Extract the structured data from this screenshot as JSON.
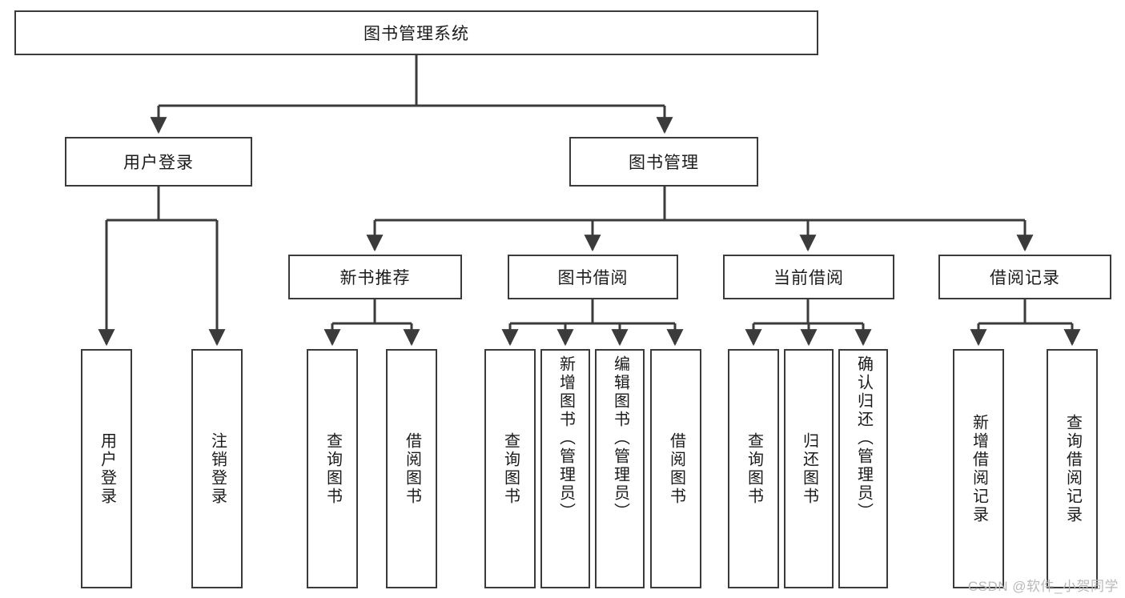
{
  "diagram": {
    "type": "tree-hierarchy",
    "title": "图书管理系统",
    "orientation": "top-down",
    "colors": {
      "box_border": "#3b3b3b",
      "box_fill": "#ffffff",
      "edge": "#3b3b3b",
      "text": "#1b1b1b",
      "watermark": "#b9b9b9",
      "background": "#ffffff"
    },
    "root": {
      "label": "图书管理系统"
    },
    "level2": [
      {
        "id": "user-login",
        "label": "用户登录"
      },
      {
        "id": "book-management",
        "label": "图书管理"
      }
    ],
    "level3": [
      {
        "id": "new-book-recommend",
        "label": "新书推荐"
      },
      {
        "id": "book-borrow",
        "label": "图书借阅"
      },
      {
        "id": "current-borrow",
        "label": "当前借阅"
      },
      {
        "id": "borrow-record",
        "label": "借阅记录"
      }
    ],
    "leaves": {
      "user_login": [
        {
          "id": "leaf-user-login",
          "label": "用户登录"
        },
        {
          "id": "leaf-logout-login",
          "label": "注销登录"
        }
      ],
      "new_book_recommend": [
        {
          "id": "leaf-query-book-1",
          "label": "查询图书"
        },
        {
          "id": "leaf-borrow-book-1",
          "label": "借阅图书"
        }
      ],
      "book_borrow": [
        {
          "id": "leaf-query-book-2",
          "label": "查询图书"
        },
        {
          "id": "leaf-add-book-admin",
          "label": "新增图书（管理员）"
        },
        {
          "id": "leaf-edit-book-admin",
          "label": "编辑图书（管理员）"
        },
        {
          "id": "leaf-borrow-book-2",
          "label": "借阅图书"
        }
      ],
      "current_borrow": [
        {
          "id": "leaf-query-book-3",
          "label": "查询图书"
        },
        {
          "id": "leaf-return-book",
          "label": "归还图书"
        },
        {
          "id": "leaf-confirm-return-admin",
          "label": "确认归还（管理员）"
        }
      ],
      "borrow_record": [
        {
          "id": "leaf-add-borrow-record",
          "label": "新增借阅记录"
        },
        {
          "id": "leaf-query-borrow-record",
          "label": "查询借阅记录"
        }
      ]
    }
  },
  "watermark": {
    "text": "CSDN @软件_小贺同学"
  }
}
